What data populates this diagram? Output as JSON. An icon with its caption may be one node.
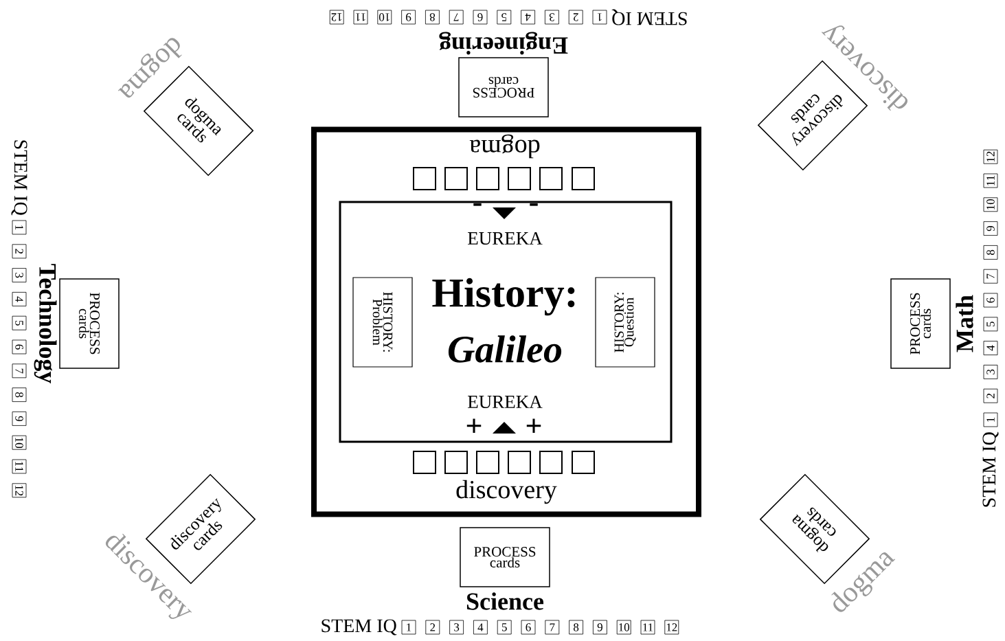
{
  "diagram": {
    "nodes": [
      {
        "text": [
          "dogma",
          "discovery"
        ]
      },
      {
        "text": [
          "EUREKA",
          "History:",
          "Galileo",
          "EUREKA"
        ],
        "in": 0
      },
      {
        "text": [
          "HISTORY: Problem"
        ],
        "in": 1
      },
      {
        "text": [
          "HISTORY: Question"
        ],
        "in": 1
      },
      {
        "text": [],
        "shape": "box",
        "in": 0
      },
      {
        "text": [],
        "shape": "box",
        "in": 0
      },
      {
        "text": [],
        "shape": "box",
        "in": 0
      },
      {
        "text": [],
        "shape": "box",
        "in": 0
      },
      {
        "text": [],
        "shape": "box",
        "in": 0
      },
      {
        "text": [],
        "shape": "box",
        "in": 0
      },
      {
        "text": [],
        "shape": "box",
        "in": 0
      },
      {
        "text": [],
        "shape": "box",
        "in": 0
      },
      {
        "text": [],
        "shape": "box",
        "in": 0
      },
      {
        "text": [],
        "shape": "box",
        "in": 0
      },
      {
        "text": [],
        "shape": "box",
        "in": 0
      },
      {
        "text": [],
        "shape": "box",
        "in": 0
      },
      {
        "text": [
          "PROCESS cards"
        ],
        "beside": [
          "Engineering"
        ]
      },
      {
        "text": [
          "1"
        ]
      },
      {
        "text": [
          "2"
        ]
      },
      {
        "text": [
          "3"
        ]
      },
      {
        "text": [
          "4"
        ]
      },
      {
        "text": [
          "5"
        ]
      },
      {
        "text": [
          "6"
        ]
      },
      {
        "text": [
          "7"
        ]
      },
      {
        "text": [
          "8"
        ]
      },
      {
        "text": [
          "9"
        ]
      },
      {
        "text": [
          "10"
        ]
      },
      {
        "text": [
          "11"
        ]
      },
      {
        "text": [
          "12"
        ]
      },
      {
        "text": [
          "dogma cards"
        ],
        "beside": [
          "dogma"
        ]
      },
      {
        "text": [
          "discovery cards"
        ],
        "beside": [
          "discovery"
        ]
      },
      {
        "text": [
          "PROCESS cards"
        ],
        "beside": [
          "Technology"
        ]
      },
      {
        "text": [
          "1"
        ]
      },
      {
        "text": [
          "2"
        ]
      },
      {
        "text": [
          "3"
        ]
      },
      {
        "text": [
          "4"
        ]
      },
      {
        "text": [
          "5"
        ]
      },
      {
        "text": [
          "6"
        ]
      },
      {
        "text": [
          "7"
        ]
      },
      {
        "text": [
          "8"
        ]
      },
      {
        "text": [
          "9"
        ]
      },
      {
        "text": [
          "10"
        ]
      },
      {
        "text": [
          "11"
        ]
      },
      {
        "text": [
          "12"
        ]
      },
      {
        "text": [
          "PROCESS cards"
        ],
        "beside": [
          "Math"
        ]
      },
      {
        "text": [
          "1"
        ]
      },
      {
        "text": [
          "2"
        ]
      },
      {
        "text": [
          "3"
        ]
      },
      {
        "text": [
          "4"
        ]
      },
      {
        "text": [
          "5"
        ]
      },
      {
        "text": [
          "6"
        ]
      },
      {
        "text": [
          "7"
        ]
      },
      {
        "text": [
          "8"
        ]
      },
      {
        "text": [
          "9"
        ]
      },
      {
        "text": [
          "10"
        ]
      },
      {
        "text": [
          "11"
        ]
      },
      {
        "text": [
          "12"
        ]
      },
      {
        "text": [
          "discovery cards"
        ],
        "beside": [
          "discovery"
        ]
      },
      {
        "text": [
          "dogma cards"
        ],
        "beside": [
          "dogma"
        ]
      },
      {
        "text": [
          "PROCESS cards"
        ],
        "beside": [
          "Science"
        ]
      },
      {
        "text": [
          "1"
        ]
      },
      {
        "text": [
          "2"
        ]
      },
      {
        "text": [
          "3"
        ]
      },
      {
        "text": [
          "4"
        ]
      },
      {
        "text": [
          "5"
        ]
      },
      {
        "text": [
          "6"
        ]
      },
      {
        "text": [
          "7"
        ]
      },
      {
        "text": [
          "8"
        ]
      },
      {
        "text": [
          "9"
        ]
      },
      {
        "text": [
          "10"
        ]
      },
      {
        "text": [
          "11"
        ]
      },
      {
        "text": [
          "12"
        ]
      }
    ],
    "labels": [
      "STEM IQ",
      "-",
      "-",
      "STEM IQ",
      "STEM IQ",
      "+",
      "+",
      "STEM IQ"
    ]
  }
}
